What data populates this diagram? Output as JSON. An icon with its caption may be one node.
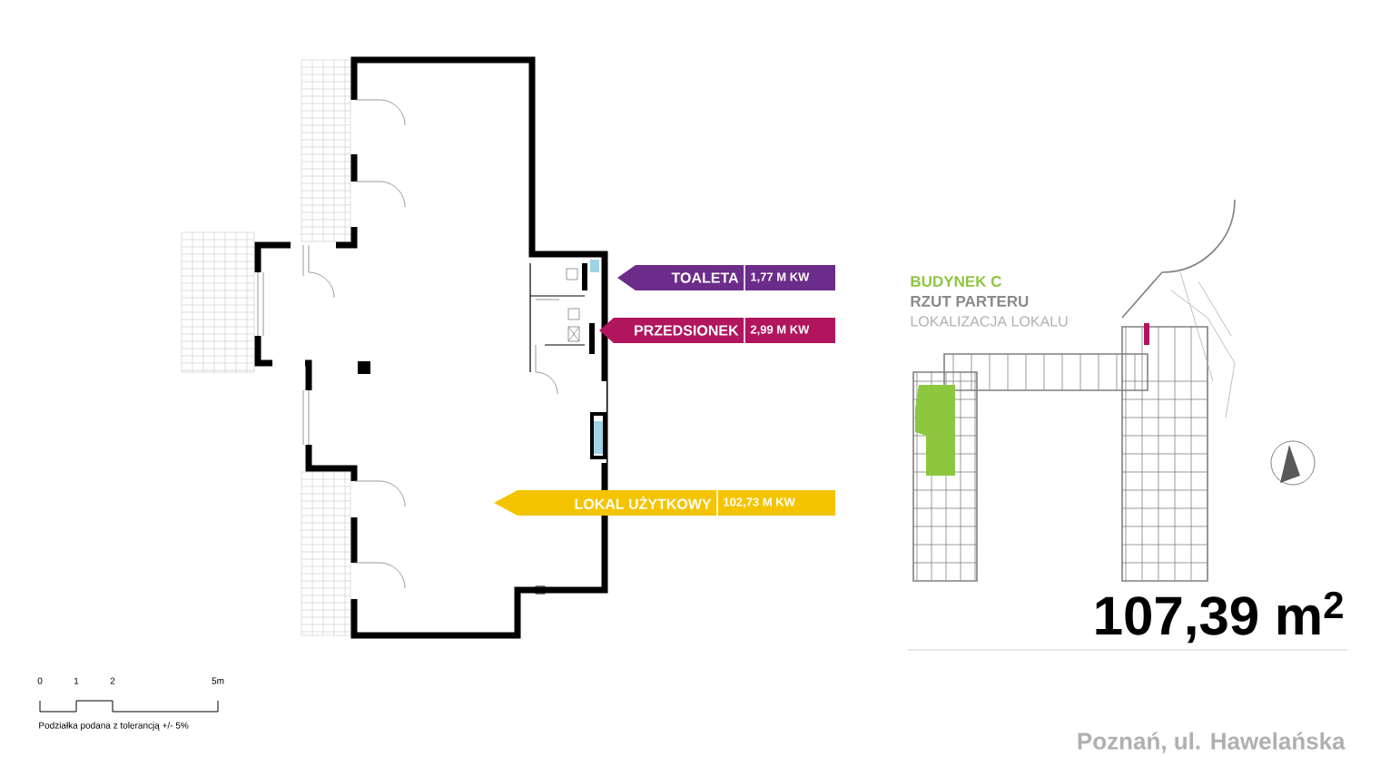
{
  "diagram": {
    "nodes": [
      {
        "text": [
          "TOALETA",
          "1,77 M KW"
        ]
      },
      {
        "text": [
          "PRZEDSIONEK",
          "2,99 M KW"
        ]
      },
      {
        "text": [
          "LOKAL UŻYTKOWY",
          "102,73 M KW"
        ]
      }
    ],
    "labels": [
      "BUDYNEK C",
      "RZUT PARTERU",
      "LOKALIZACJA LOKALU",
      "107,39 m$^{2}$",
      "Poznań, ul. Hawelańska",
      "0",
      "1",
      "2",
      "5m",
      "Podziałka podana z tolerancją +/- 5%"
    ]
  }
}
